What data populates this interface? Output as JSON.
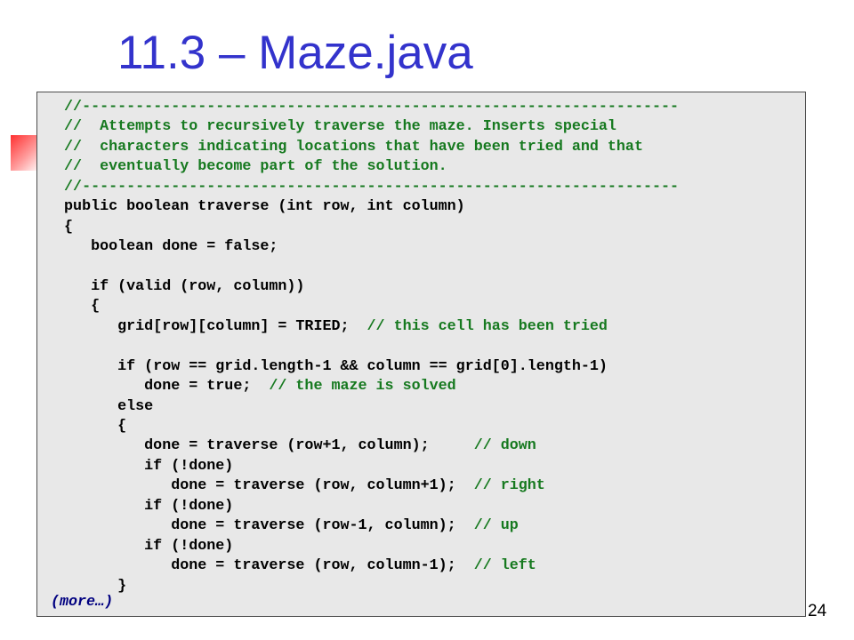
{
  "slide": {
    "title": "11.3 – Maze.java",
    "more_label": "(more…)",
    "page_number": "24"
  },
  "colors": {
    "title": "#3333cc",
    "comment": "#16791f",
    "code_background": "#e8e8e8",
    "more_label": "#000080"
  },
  "code_lines": [
    {
      "indent": "   ",
      "code": "",
      "comment": "//-------------------------------------------------------------------"
    },
    {
      "indent": "   ",
      "code": "",
      "comment": "//  Attempts to recursively traverse the maze. Inserts special"
    },
    {
      "indent": "   ",
      "code": "",
      "comment": "//  characters indicating locations that have been tried and that"
    },
    {
      "indent": "   ",
      "code": "",
      "comment": "//  eventually become part of the solution."
    },
    {
      "indent": "   ",
      "code": "",
      "comment": "//-------------------------------------------------------------------"
    },
    {
      "indent": "   ",
      "code": "public boolean traverse (int row, int column)",
      "comment": ""
    },
    {
      "indent": "   ",
      "code": "{",
      "comment": ""
    },
    {
      "indent": "      ",
      "code": "boolean done = false;",
      "comment": ""
    },
    {
      "indent": "",
      "code": "",
      "comment": ""
    },
    {
      "indent": "      ",
      "code": "if (valid (row, column))",
      "comment": ""
    },
    {
      "indent": "      ",
      "code": "{",
      "comment": ""
    },
    {
      "indent": "         ",
      "code": "grid[row][column] = TRIED;  ",
      "comment": "// this cell has been tried"
    },
    {
      "indent": "",
      "code": "",
      "comment": ""
    },
    {
      "indent": "         ",
      "code": "if (row == grid.length-1 && column == grid[0].length-1)",
      "comment": ""
    },
    {
      "indent": "            ",
      "code": "done = true;  ",
      "comment": "// the maze is solved"
    },
    {
      "indent": "         ",
      "code": "else",
      "comment": ""
    },
    {
      "indent": "         ",
      "code": "{",
      "comment": ""
    },
    {
      "indent": "            ",
      "code": "done = traverse (row+1, column);     ",
      "comment": "// down"
    },
    {
      "indent": "            ",
      "code": "if (!done)",
      "comment": ""
    },
    {
      "indent": "               ",
      "code": "done = traverse (row, column+1);  ",
      "comment": "// right"
    },
    {
      "indent": "            ",
      "code": "if (!done)",
      "comment": ""
    },
    {
      "indent": "               ",
      "code": "done = traverse (row-1, column);  ",
      "comment": "// up"
    },
    {
      "indent": "            ",
      "code": "if (!done)",
      "comment": ""
    },
    {
      "indent": "               ",
      "code": "done = traverse (row, column-1);  ",
      "comment": "// left"
    },
    {
      "indent": "         ",
      "code": "}",
      "comment": ""
    }
  ]
}
